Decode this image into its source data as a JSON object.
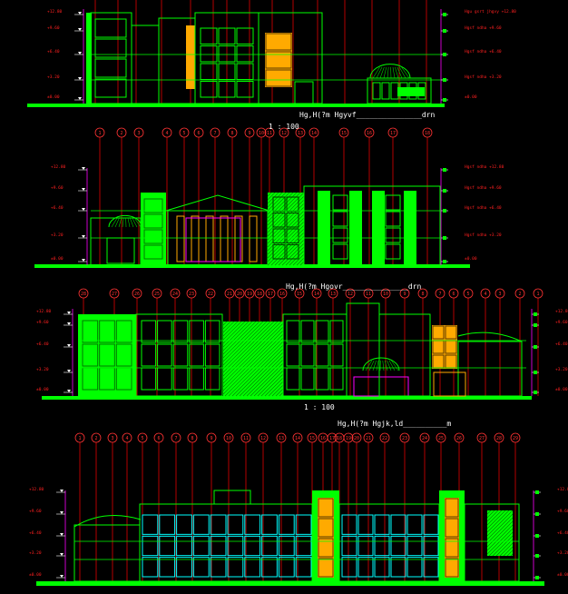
{
  "drawing": {
    "colors": {
      "background": "#000000",
      "ground": "#00ff00",
      "wall": "#00ff00",
      "axis": "#ff0000",
      "bubble": "#ff3333",
      "level_text": "#ff2020",
      "dim": "#ff00ff",
      "window": "#00ffff",
      "accent": "#ffaa00",
      "text": "#ffffff"
    },
    "elevations": [
      {
        "title": "Hg,H(?m Hgyvf_______________drn",
        "scale_text": "1 : 100",
        "axes": [],
        "levels_left": [
          "+12.80",
          "+9.60",
          "+6.40",
          "+3.20",
          "±0.00"
        ],
        "levels_right": [
          "Hgu gsrt jhgvy +12.80",
          "Hgsf ndha +9.60",
          "Hgsf ndha +6.40",
          "Hgsf ndha +3.20",
          "±0.00"
        ]
      },
      {
        "title": "",
        "scale_text": "",
        "axes": [
          "1",
          "2",
          "3",
          "4",
          "5",
          "6",
          "7",
          "8",
          "9",
          "10",
          "11",
          "12",
          "13",
          "14",
          "15",
          "16",
          "17",
          "18"
        ],
        "levels_left": [
          "+12.80",
          "+9.60",
          "+6.40",
          "+3.20",
          "±0.00"
        ],
        "levels_right": [
          "Hgsf ndha +12.80",
          "Hgsf ndha +9.60",
          "Hgsf ndha +6.40",
          "Hgsf ndha +3.20",
          "±0.00"
        ]
      },
      {
        "title": "Hg,H(?m Hgovr_______________drn",
        "scale_text": "1 : 100",
        "axes": [
          "28",
          "27",
          "26",
          "25",
          "24",
          "23",
          "22",
          "21",
          "20",
          "19",
          "18",
          "17",
          "16",
          "15",
          "14",
          "13",
          "12",
          "11",
          "10",
          "9",
          "8",
          "7",
          "6",
          "5",
          "4",
          "3",
          "2",
          "1"
        ],
        "levels_left": [
          "+12.80",
          "+9.60",
          "+6.40",
          "+3.20",
          "±0.00"
        ],
        "levels_right": [
          "+12.80",
          "+9.60",
          "+6.40",
          "+3.20",
          "±0.00"
        ]
      },
      {
        "title": "Hg,H(?m Hgjk,ld__________m",
        "scale_text": "",
        "axes": [
          "1",
          "2",
          "3",
          "4",
          "5",
          "6",
          "7",
          "8",
          "9",
          "10",
          "11",
          "12",
          "13",
          "14",
          "15",
          "16",
          "17",
          "18",
          "19",
          "20",
          "21",
          "22",
          "23",
          "24",
          "25",
          "26",
          "27",
          "28",
          "29"
        ],
        "levels_left": [
          "+12.80",
          "+9.60",
          "+6.40",
          "+3.20",
          "±0.00"
        ],
        "levels_right": [
          "+12.80",
          "+9.60",
          "+6.40",
          "+3.20",
          "±0.00"
        ]
      }
    ]
  }
}
